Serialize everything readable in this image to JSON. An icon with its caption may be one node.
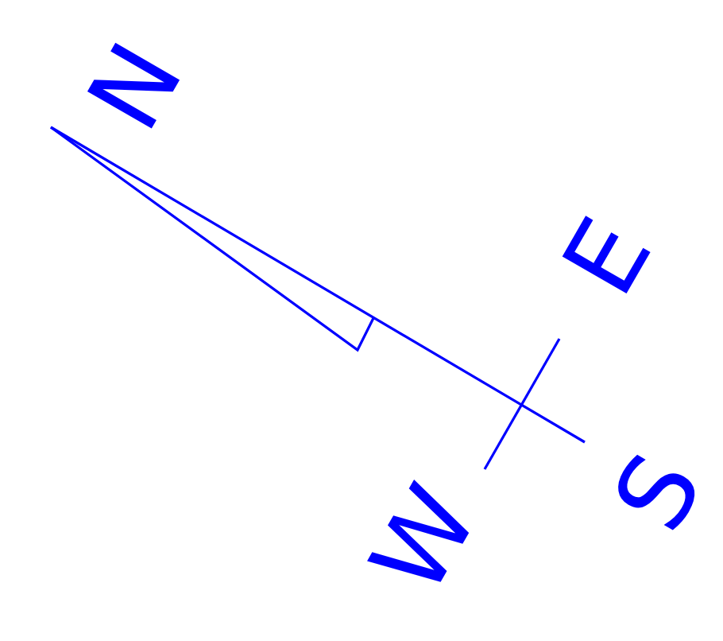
{
  "diagram": {
    "labels": [
      "N",
      "E",
      "S",
      "W"
    ]
  }
}
